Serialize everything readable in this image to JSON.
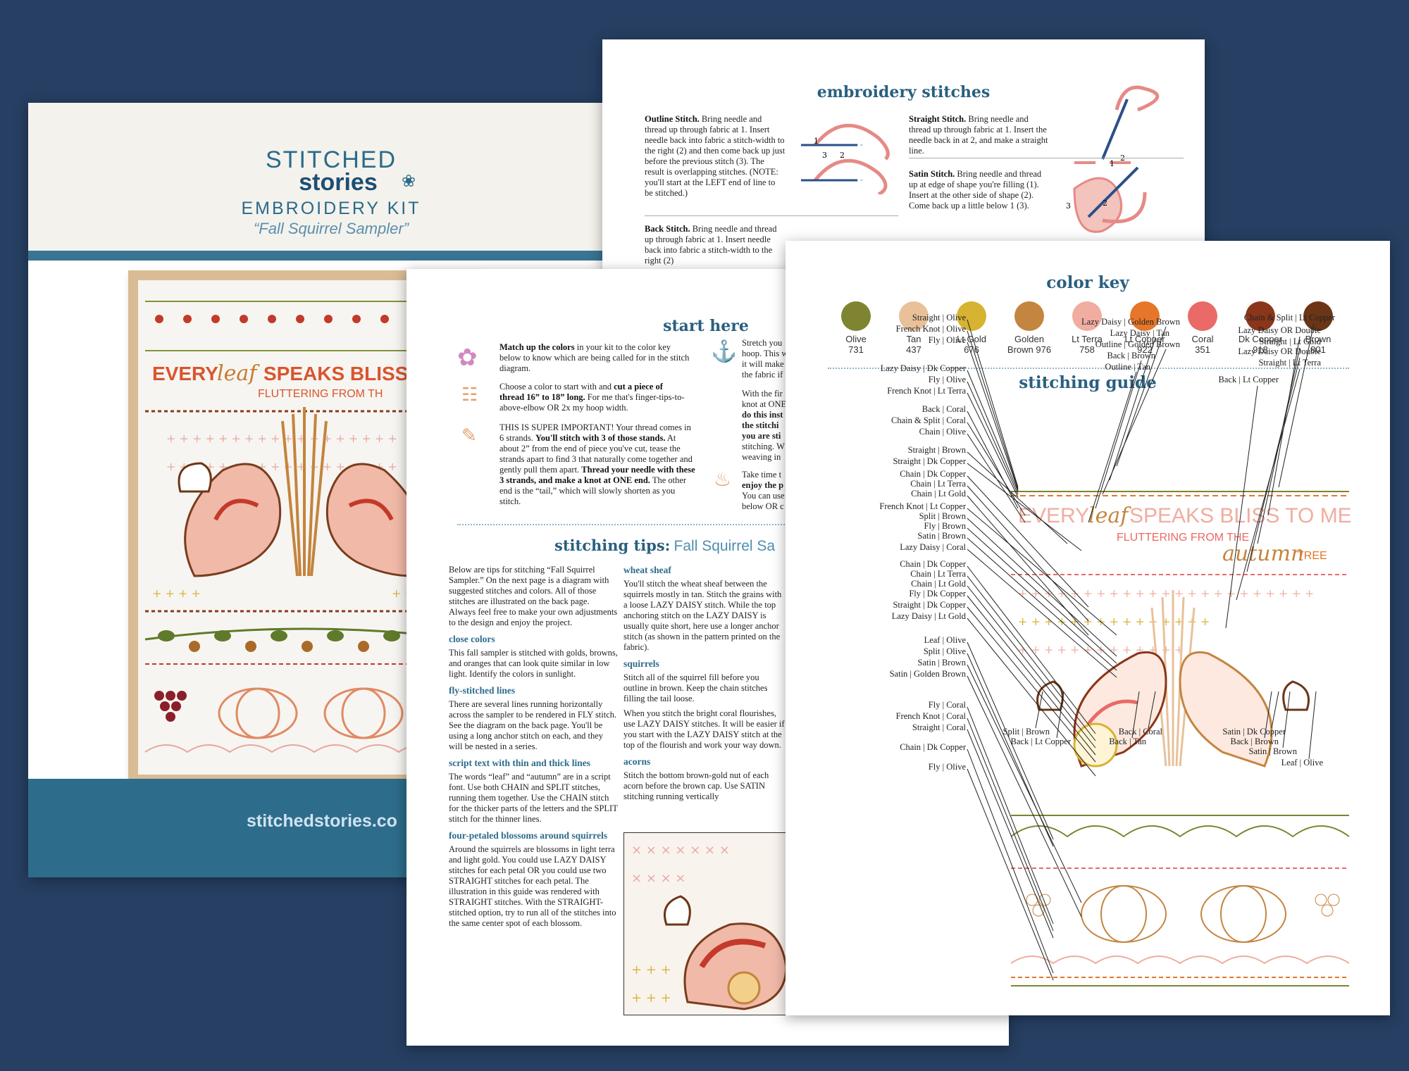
{
  "cover": {
    "brand_top": "STITCHED",
    "brand_bottom": "stories",
    "kit": "EMBROIDERY KIT",
    "name": "“Fall Squirrel Sampler”",
    "hoop_text_1": "EVERY",
    "hoop_text_2": "leaf",
    "hoop_text_3": "SPEAKS BLISS",
    "hoop_text_4": "FLUTTERING FROM TH",
    "website": "stitchedstories.co"
  },
  "stitches": {
    "title": "embroidery stitches",
    "outline_title": "Outline Stitch.",
    "outline_body": "Bring needle and thread up through fabric at 1. Insert needle back into fabric a stitch-width to the right (2) and then come back up just before the previous stitch (3). The result is overlapping stitches. (NOTE: you'll start at the LEFT end of line to be stitched.)",
    "back_title": "Back Stitch.",
    "back_body": "Bring needle and thread up through fabric at 1. Insert needle back into fabric a stitch-width to the right (2)",
    "straight_title": "Straight Stitch.",
    "straight_body": "Bring needle and thread up through fabric at 1. Insert the needle back in at 2, and make a straight line.",
    "satin_title": "Satin Stitch.",
    "satin_body": "Bring needle and thread up at edge of shape you're filling (1). Insert at the other side of shape (2). Come back up a little below 1 (3).",
    "n1": "1",
    "n2": "2",
    "n3": "3"
  },
  "start": {
    "title": "start here",
    "p1_bold": "Match up the colors",
    "p1": "in your kit to the color key below to know which are being called for in the stitch diagram.",
    "p2a": "Choose a color to start with and",
    "p2_bold": "cut a piece of thread 16” to 18” long.",
    "p2b": "For me that's finger-tips-to-above-elbow OR 2x my hoop width.",
    "p3a": "THIS IS SUPER IMPORTANT! Your thread comes in 6 strands.",
    "p3_bold": "You'll stitch with 3 of those stands.",
    "p3b": "At about 2” from the end of piece you've cut, tease the strands apart to find 3 that naturally come together and gently pull them apart.",
    "p3_bold2": "Thread your needle with these 3 strands, and make a knot at ONE end.",
    "p3c": "The other end is the “tail,” which will slowly shorten as you stitch.",
    "col2_1": "Stretch you",
    "col2_2": "hoop. This w",
    "col2_3": "it will make",
    "col2_4": "the fabric if",
    "col2_5": "With the fir",
    "col2_6": "knot at ONE",
    "col2_7": "do this inst",
    "col2_8": "the stitchi",
    "col2_9": "you are sti",
    "col2_10": "stitching. W",
    "col2_11": "weaving in",
    "col2_12": "Take time t",
    "col2_13": "enjoy the p",
    "col2_14": "You can use",
    "col2_15": "below OR c"
  },
  "tips": {
    "title": "stitching tips:",
    "subtitle": "Fall Squirrel Sa",
    "intro": "Below are tips for stitching “Fall Squirrel Sampler.” On the next page is a diagram with suggested stitches and colors. All of those stitches are illustrated on the back page. Always feel free to make your own adjustments to the design and enjoy the project.",
    "h_close": "close colors",
    "close": "This fall sampler is stitched with golds, browns, and oranges that can look quite similar in low light. Identify the colors in sunlight.",
    "h_fly": "fly-stitched lines",
    "fly": "There are several lines running horizontally across the sampler to be rendered in FLY stitch. See the diagram on the back page. You'll be using a long anchor stitch on each, and they will be nested in a series.",
    "h_script": "script text with thin and thick lines",
    "script": "The words “leaf” and “autumn” are in a script font. Use both CHAIN and SPLIT stitches, running them together. Use the CHAIN stitch for the thicker parts of the letters and the SPLIT stitch for the thinner lines.",
    "h_blossom": "four-petaled blossoms around squirrels",
    "blossom": "Around the squirrels are blossoms in light terra and light gold. You could use LAZY DAISY stitches for each petal OR you could use two STRAIGHT stitches for each petal. The illustration in this guide was rendered with STRAIGHT stitches. With the STRAIGHT-stitched option, try to run all of the stitches into the same center spot of each blossom.",
    "h_wheat": "wheat sheaf",
    "wheat": "You'll stitch the wheat sheaf between the squirrels mostly in tan. Stitch the grains with a loose LAZY DAISY stitch. While the top anchoring stitch on the LAZY DAISY is usually quite short, here use a longer anchor stitch (as shown in the pattern printed on the fabric).",
    "h_squirrels": "squirrels",
    "squirrels1": "Stitch all of the squirrel fill before you outline in brown. Keep the chain stitches filling the tail loose.",
    "squirrels2": "When you stitch the bright coral flourishes, use LAZY DAISY stitches. It will be easier if you start with the LAZY DAISY stitch at the top of the flourish and work your way down.",
    "h_acorns": "acorns",
    "acorns": "Stitch the bottom brown-gold nut of each acorn before the brown cap. Use SATIN stitching running vertically"
  },
  "colorkey": {
    "title": "color key",
    "colors": [
      {
        "name": "Olive",
        "num": "731",
        "hex": "#7f8430"
      },
      {
        "name": "Tan",
        "num": "437",
        "hex": "#e8c199"
      },
      {
        "name": "Lt Gold",
        "num": "676",
        "hex": "#d6b331"
      },
      {
        "name": "Golden",
        "num": "Brown 976",
        "hex": "#c48540"
      },
      {
        "name": "Lt Terra",
        "num": "758",
        "hex": "#f0ada0"
      },
      {
        "name": "Lt Copper",
        "num": "922",
        "hex": "#e5762a"
      },
      {
        "name": "Coral",
        "num": "351",
        "hex": "#e96a66"
      },
      {
        "name": "Dk Copper",
        "num": "918",
        "hex": "#8a361b"
      },
      {
        "name": "Brown",
        "num": "801",
        "hex": "#6b3617"
      }
    ],
    "guide_title": "stitching guide",
    "art_1": "EVERY",
    "art_2": "leaf",
    "art_3": "SPEAKS BLISS TO ME",
    "art_4": "FLUTTERING FROM THE",
    "art_5": "autumn",
    "art_6": "TREE",
    "labels_left": [
      "Straight | Olive",
      "French Knot | Olive",
      "Fly | Olive",
      "Lazy Daisy | Dk Copper",
      "Fly | Olive",
      "French Knot | Lt Terra",
      "Back | Coral",
      "Chain & Split | Coral",
      "Chain | Olive",
      "Straight | Brown",
      "Straight | Dk Copper",
      "Chain | Dk Copper",
      "Chain | Lt Terra",
      "Chain | Lt Gold",
      "French Knot | Lt Copper",
      "Split | Brown",
      "Fly | Brown",
      "Satin | Brown",
      "Lazy Daisy | Coral",
      "Chain | Dk Copper",
      "Chain | Lt Terra",
      "Chain | Lt Gold",
      "Fly | Dk Copper",
      "Straight | Dk Copper",
      "Lazy Daisy | Lt Gold",
      "Leaf | Olive",
      "Split | Olive",
      "Satin | Brown",
      "Satin | Golden Brown",
      "Fly | Coral",
      "French Knot | Coral",
      "Straight | Coral",
      "Chain | Dk Copper",
      "Fly | Olive"
    ],
    "labels_top": [
      "Lazy Daisy | Golden Brown",
      "Lazy Daisy | Tan",
      "Outline | Golden Brown",
      "Back | Brown",
      "Outline | Tan"
    ],
    "labels_right": [
      "Chain & Split | Lt Copper",
      "Lazy Daisy OR Double",
      "Straight | Lt Gold",
      "Lazy Daisy OR Double",
      "Straight | Lt Terra",
      "Back | Lt Copper"
    ],
    "labels_bottom": [
      "Split | Brown",
      "Back | Lt Copper",
      "Back | Coral",
      "Back | Tan",
      "Satin | Dk Copper",
      "Back | Brown",
      "Satin | Brown",
      "Leaf | Olive"
    ]
  }
}
